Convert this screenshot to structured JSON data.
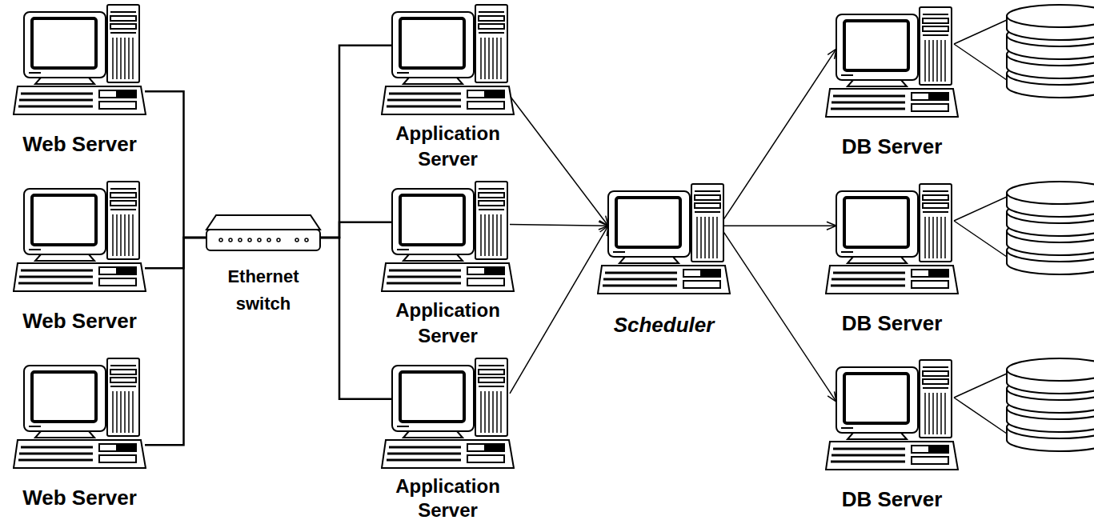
{
  "diagram": {
    "nodes": [
      {
        "text": [
          "Web Server"
        ]
      },
      {
        "text": [
          "Web Server"
        ]
      },
      {
        "text": [
          "Web Server"
        ]
      },
      {
        "text": [
          "Ethernet switch"
        ]
      },
      {
        "text": [
          "Application Server"
        ]
      },
      {
        "text": [
          "Application Server"
        ]
      },
      {
        "text": [
          "Application Server"
        ]
      },
      {
        "text": [
          "Scheduler"
        ]
      },
      {
        "text": [
          "DB Server"
        ]
      },
      {
        "text": [
          "DB Server"
        ]
      },
      {
        "text": [
          "DB Server"
        ]
      }
    ],
    "edges": [
      {
        "from": 0,
        "to": 3,
        "arrow": "none"
      },
      {
        "from": 1,
        "to": 3,
        "arrow": "none"
      },
      {
        "from": 2,
        "to": 3,
        "arrow": "none"
      },
      {
        "from": 3,
        "to": 4,
        "arrow": "none"
      },
      {
        "from": 3,
        "to": 5,
        "arrow": "none"
      },
      {
        "from": 3,
        "to": 6,
        "arrow": "none"
      },
      {
        "from": 4,
        "to": 7,
        "arrow": "to"
      },
      {
        "from": 5,
        "to": 7,
        "arrow": "to"
      },
      {
        "from": 6,
        "to": 7,
        "arrow": "to"
      },
      {
        "from": 7,
        "to": 8,
        "arrow": "to"
      },
      {
        "from": 7,
        "to": 9,
        "arrow": "to"
      },
      {
        "from": 7,
        "to": 10,
        "arrow": "to"
      }
    ]
  }
}
